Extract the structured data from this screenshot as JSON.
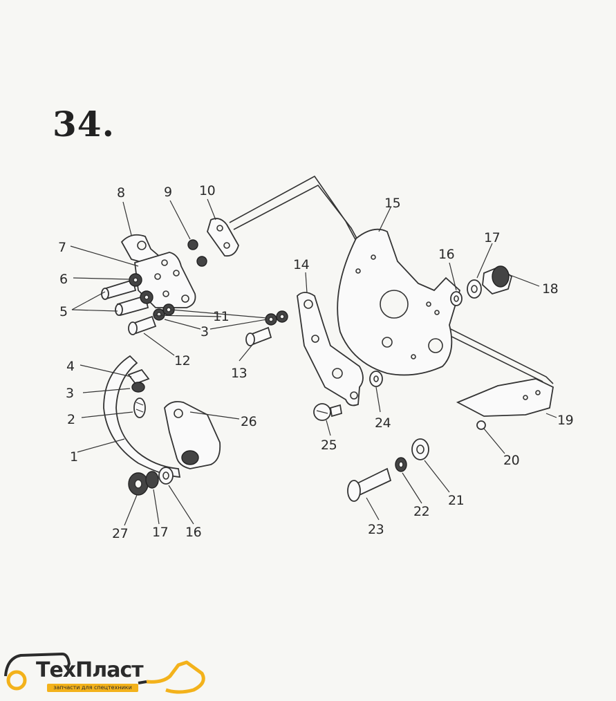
{
  "figure": {
    "number": "34."
  },
  "callouts": {
    "c1": "1",
    "c2": "2",
    "c3a": "3",
    "c3b": "3",
    "c4": "4",
    "c5": "5",
    "c6": "6",
    "c7": "7",
    "c8": "8",
    "c9": "9",
    "c10": "10",
    "c11": "11",
    "c12": "12",
    "c13": "13",
    "c14": "14",
    "c15": "15",
    "c16a": "16",
    "c16b": "16",
    "c17a": "17",
    "c17b": "17",
    "c18": "18",
    "c19": "19",
    "c20": "20",
    "c21": "21",
    "c22": "22",
    "c23": "23",
    "c24": "24",
    "c25": "25",
    "c26": "26",
    "c27": "27"
  },
  "logo": {
    "name": "ТехПласт",
    "tagline": "запчасти для спецтехники",
    "accent_color": "#f3b21b"
  }
}
